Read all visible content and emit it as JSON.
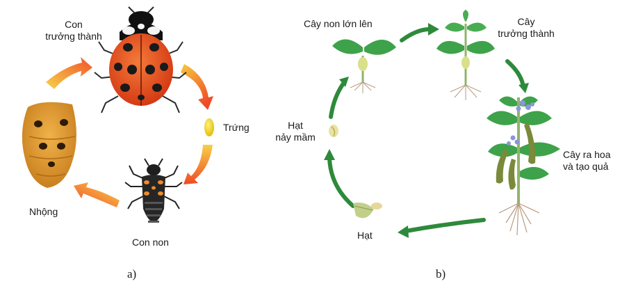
{
  "panel_a": {
    "adult": [
      "Con",
      "trưởng thành"
    ],
    "egg": "Trứng",
    "larva": "Con non",
    "pupa": "Nhộng",
    "caption": "a)"
  },
  "panel_b": {
    "seedling_grown": "Cây non lớn lên",
    "mature_plant": [
      "Cây",
      "trưởng thành"
    ],
    "flowering": [
      "Cây ra hoa",
      "và tạo quả"
    ],
    "seed": "Hạt",
    "germinating": [
      "Hạt",
      "nảy mầm"
    ],
    "caption": "b)"
  }
}
